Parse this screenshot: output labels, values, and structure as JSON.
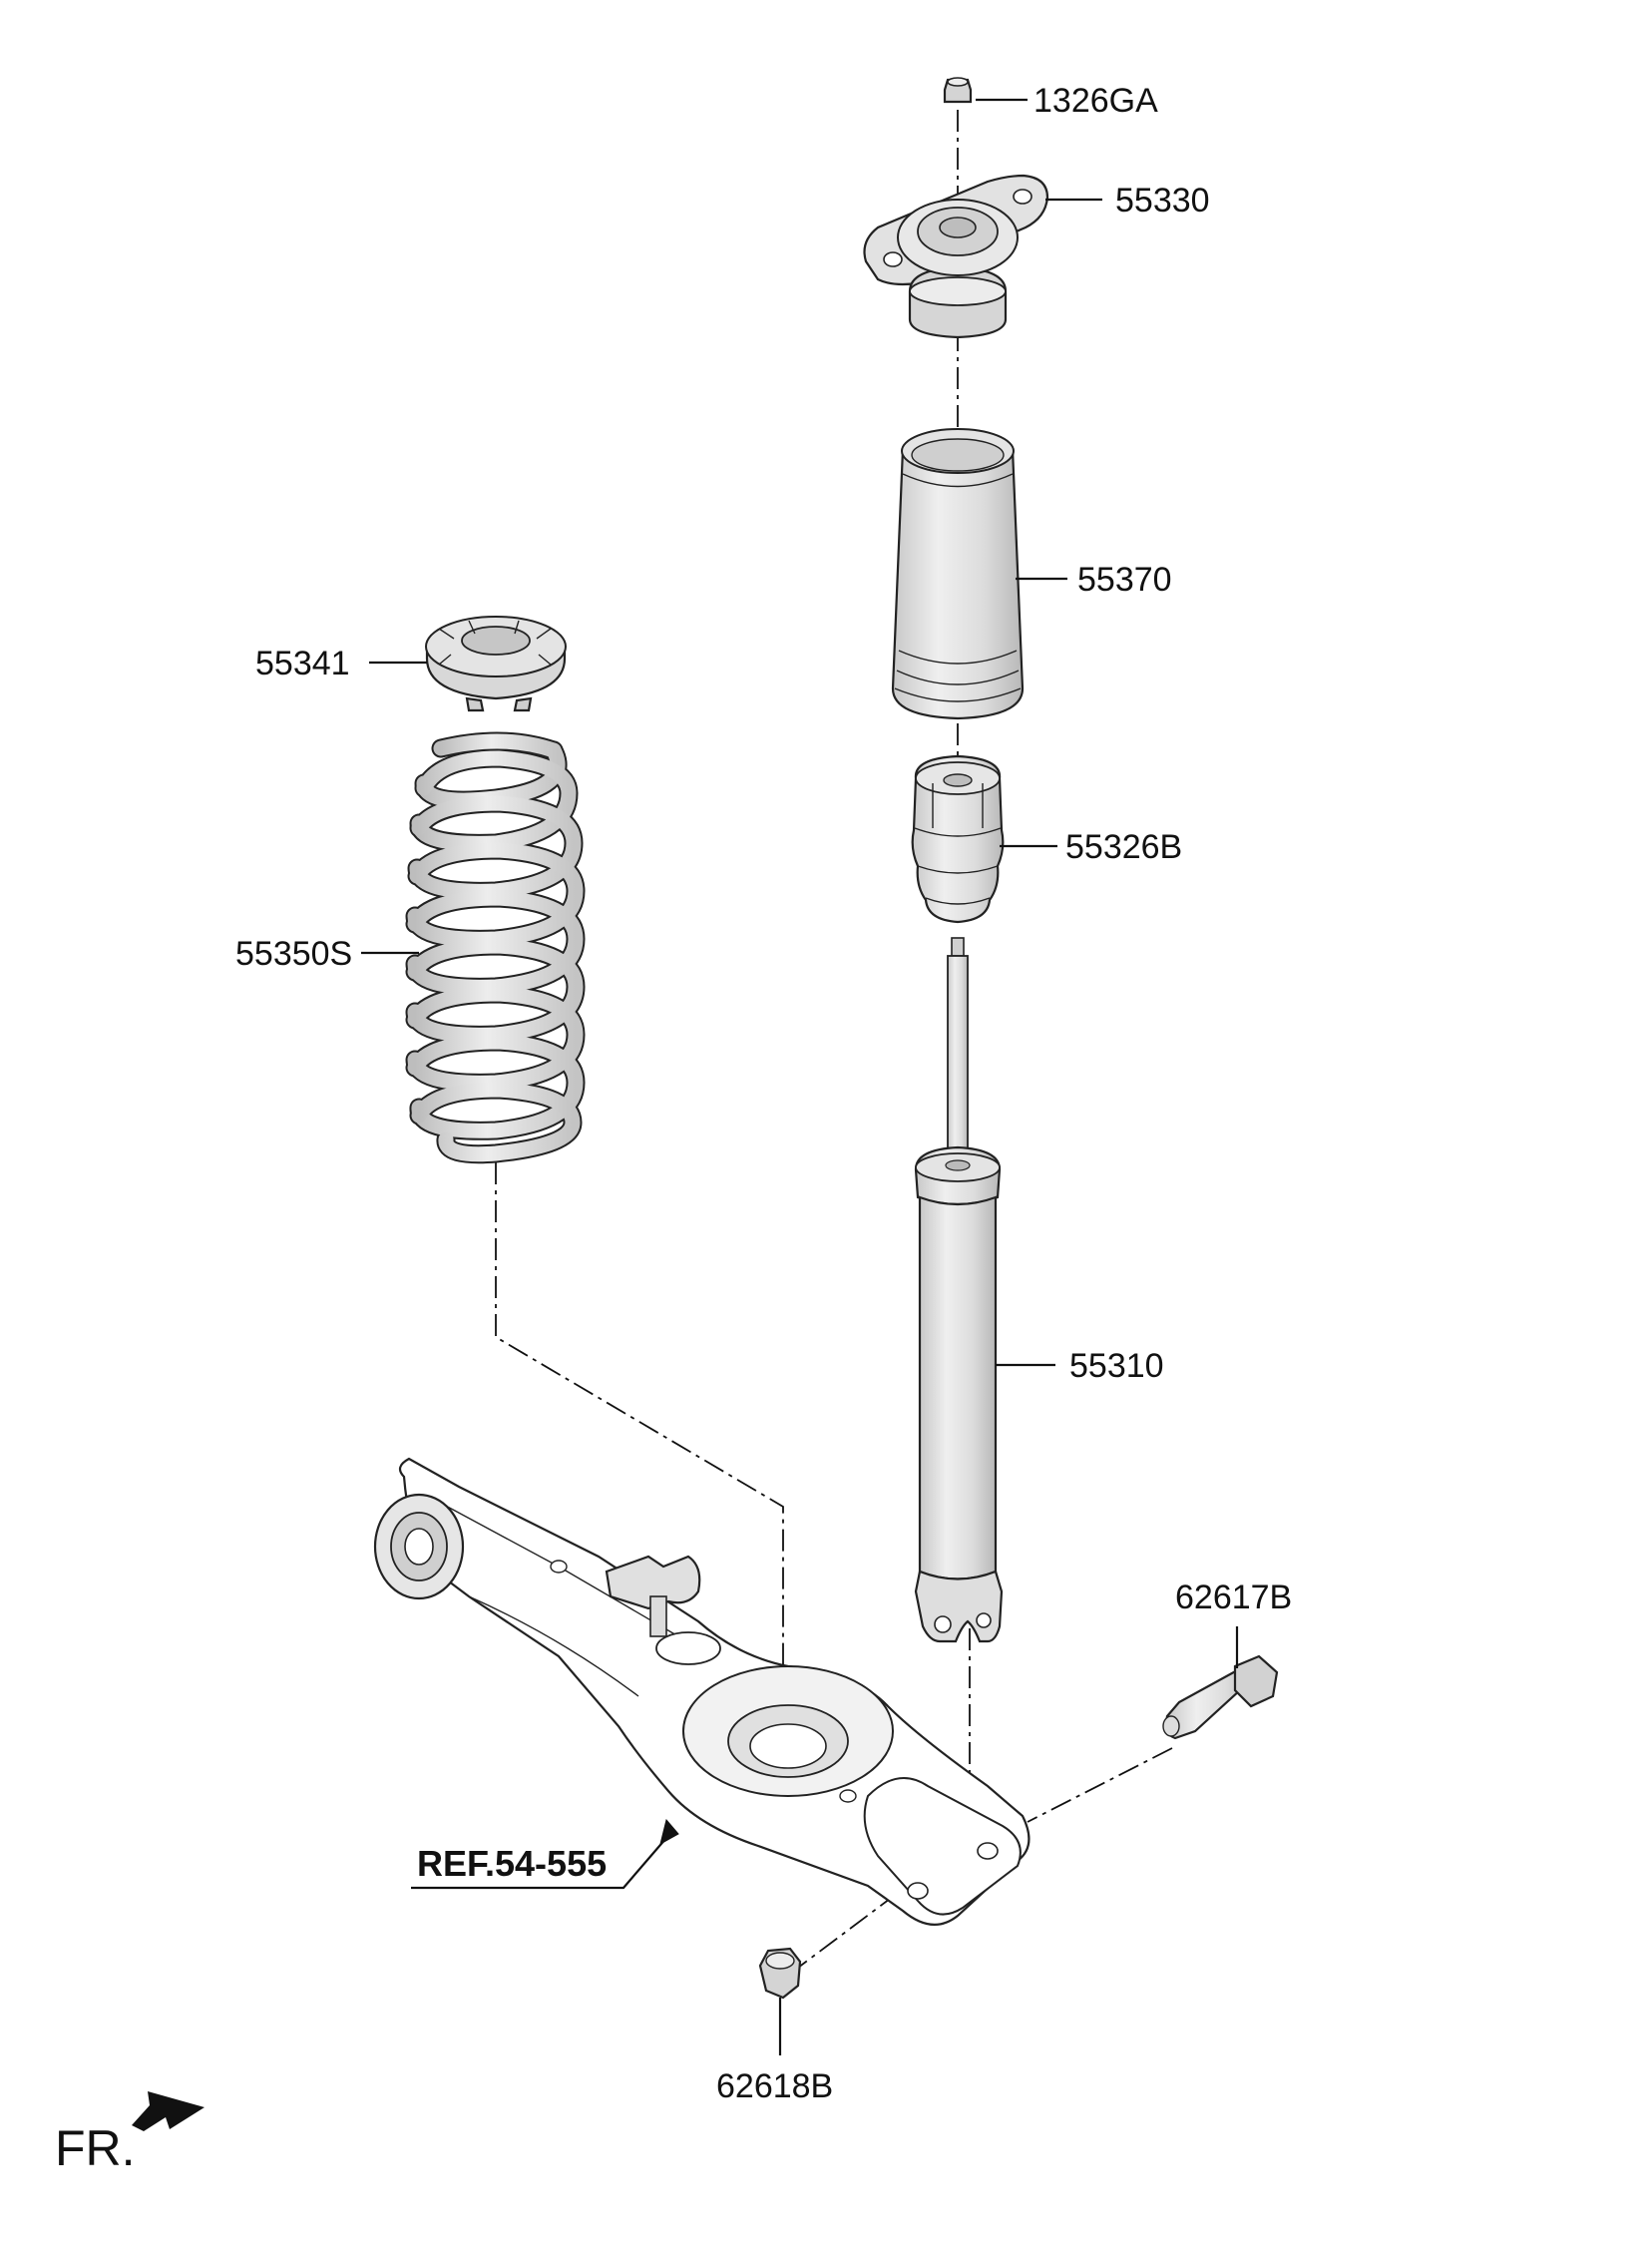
{
  "parts": {
    "nut_top": "1326GA",
    "mount": "55330",
    "dust_cover": "55370",
    "spring_pad": "55341",
    "bump_stopper": "55326B",
    "spring": "55350S",
    "shock_absorber": "55310",
    "bolt": "62617B",
    "nut_bottom": "62618B"
  },
  "reference": "REF.54-555",
  "direction_label": "FR.",
  "icons": {
    "front_direction": "front-arrow-icon"
  },
  "colors": {
    "part_fill": "#e6e6e6",
    "part_shade": "#c9c9c9",
    "outline": "#222222"
  }
}
